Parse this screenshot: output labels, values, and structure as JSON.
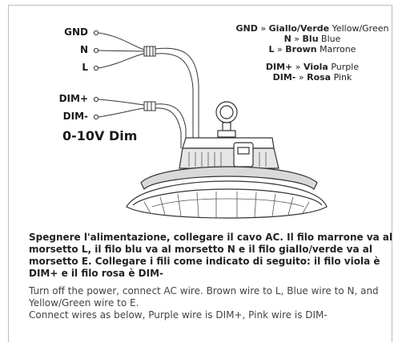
{
  "terminals": {
    "gnd": "GND",
    "n": "N",
    "l": "L",
    "dim_plus": "DIM+",
    "dim_minus": "DIM-"
  },
  "dim_label": "0-10V Dim",
  "legend": {
    "gnd": {
      "term": "GND",
      "sep": " » ",
      "it": "Giallo/Verde",
      "en": " Yellow/Green"
    },
    "n": {
      "term": "N",
      "sep": " » ",
      "it": "Blu",
      "en": " Blue"
    },
    "l": {
      "term": "L",
      "sep": " » ",
      "it": "Brown",
      "en": " Marrone"
    },
    "dim_plus": {
      "term": "DIM+",
      "sep": " » ",
      "it": "Viola",
      "en": " Purple"
    },
    "dim_minus": {
      "term": "DIM-",
      "sep": " » ",
      "it": "Rosa",
      "en": " Pink"
    }
  },
  "instructions": {
    "italian": "Spegnere l'alimentazione, collegare il cavo AC. Il filo marrone va al morsetto L, il filo blu va al morsetto N e il filo giallo/verde va al morsetto E. Collegare i fili come indicato di seguito: il filo viola è DIM+ e il filo rosa è DIM-",
    "english_1": "Turn off the power, connect AC wire. Brown wire to L, Blue wire to N, and Yellow/Green wire to E.",
    "english_2": "Connect wires as below, Purple wire is DIM+, Pink wire is DIM-"
  }
}
